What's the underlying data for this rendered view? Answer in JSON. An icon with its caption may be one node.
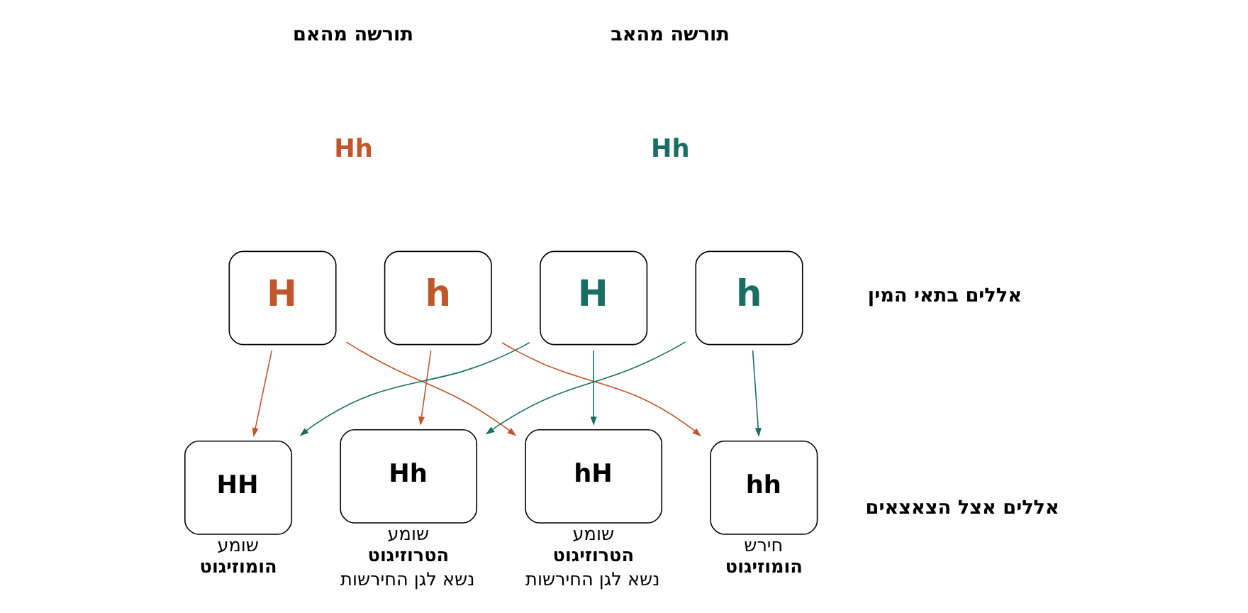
{
  "diagram": {
    "nodes": [
      {
        "text": [
          "H"
        ]
      },
      {
        "text": [
          "h"
        ]
      },
      {
        "text": [
          "H"
        ]
      },
      {
        "text": [
          "h"
        ]
      },
      {
        "text": [
          "HH"
        ],
        "beside": [
          "שומע",
          "הומוזיגוט"
        ]
      },
      {
        "text": [
          "Hh"
        ],
        "beside": [
          "שומע",
          "הטרוזיגוט",
          "נשא לגן החירשות"
        ]
      },
      {
        "text": [
          "hH"
        ],
        "beside": [
          "שומע",
          "הטרוזיגוט",
          "נשא לגן החירשות"
        ]
      },
      {
        "text": [
          "hh"
        ],
        "beside": [
          "חירש",
          "הומוזיגוט"
        ]
      }
    ],
    "edges": [
      {
        "from": 0,
        "to": 4,
        "arrow": "to",
        "color": "#c0562b"
      },
      {
        "from": 0,
        "to": 6,
        "arrow": "to",
        "color": "#c0562b"
      },
      {
        "from": 1,
        "to": 5,
        "arrow": "to",
        "color": "#c0562b"
      },
      {
        "from": 1,
        "to": 7,
        "arrow": "to",
        "color": "#c0562b"
      },
      {
        "from": 2,
        "to": 4,
        "arrow": "to",
        "color": "#1a6e64"
      },
      {
        "from": 2,
        "to": 6,
        "arrow": "to",
        "color": "#1a6e64"
      },
      {
        "from": 3,
        "to": 5,
        "arrow": "to",
        "color": "#1a6e64"
      },
      {
        "from": 3,
        "to": 7,
        "arrow": "to",
        "color": "#1a6e64"
      }
    ],
    "labels": [
      "תורשה מהאם",
      "Hh",
      "תורשה מהאב",
      "Hh",
      "אללים בתאי המין",
      "אללים אצל הצאצאים"
    ]
  }
}
